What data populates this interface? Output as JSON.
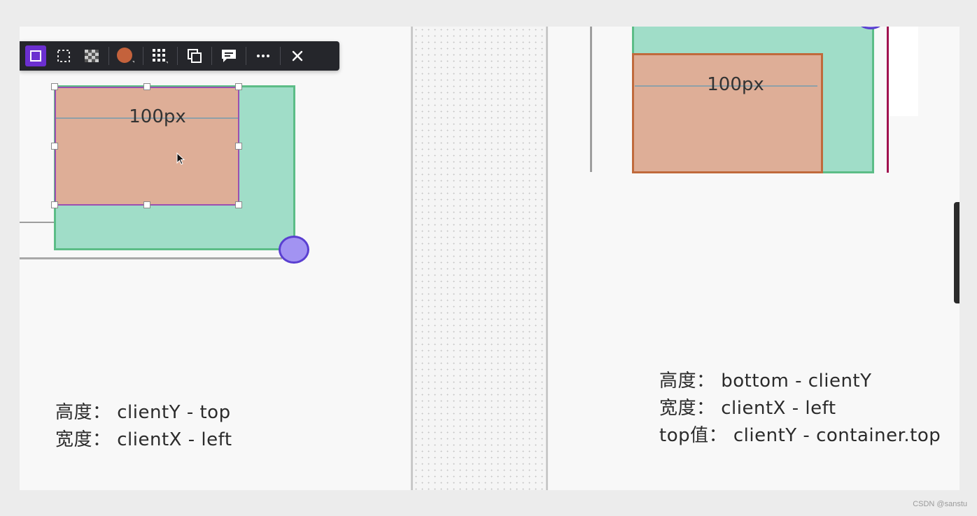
{
  "colors": {
    "accent": "#6b2fd0",
    "toolbar_bg": "#25262b",
    "green_box": "#a0ddc8",
    "green_border": "#5cbd87",
    "orange_box": "#deae97",
    "orange_border": "#c06a3c",
    "purple_dot": "#a293f2",
    "selection_border": "#9b4fb0"
  },
  "toolbar": {
    "buttons": [
      {
        "name": "rectangle-select-icon",
        "active": true
      },
      {
        "name": "marquee-select-icon"
      },
      {
        "name": "transparency-icon"
      },
      {
        "name": "fill-color-icon"
      },
      {
        "name": "grid-icon"
      },
      {
        "name": "duplicate-icon"
      },
      {
        "name": "comment-icon"
      },
      {
        "name": "more-icon"
      },
      {
        "name": "close-icon"
      }
    ]
  },
  "left": {
    "dimension_label": "100px",
    "formula_lines": [
      "高度： clientY - top",
      "宽度： clientX - left"
    ]
  },
  "right": {
    "dimension_label": "100px",
    "formula_lines": [
      "高度： bottom - clientY",
      "宽度： clientX - left",
      "top值： clientY - container.top"
    ]
  },
  "watermark": "CSDN @sanstu"
}
